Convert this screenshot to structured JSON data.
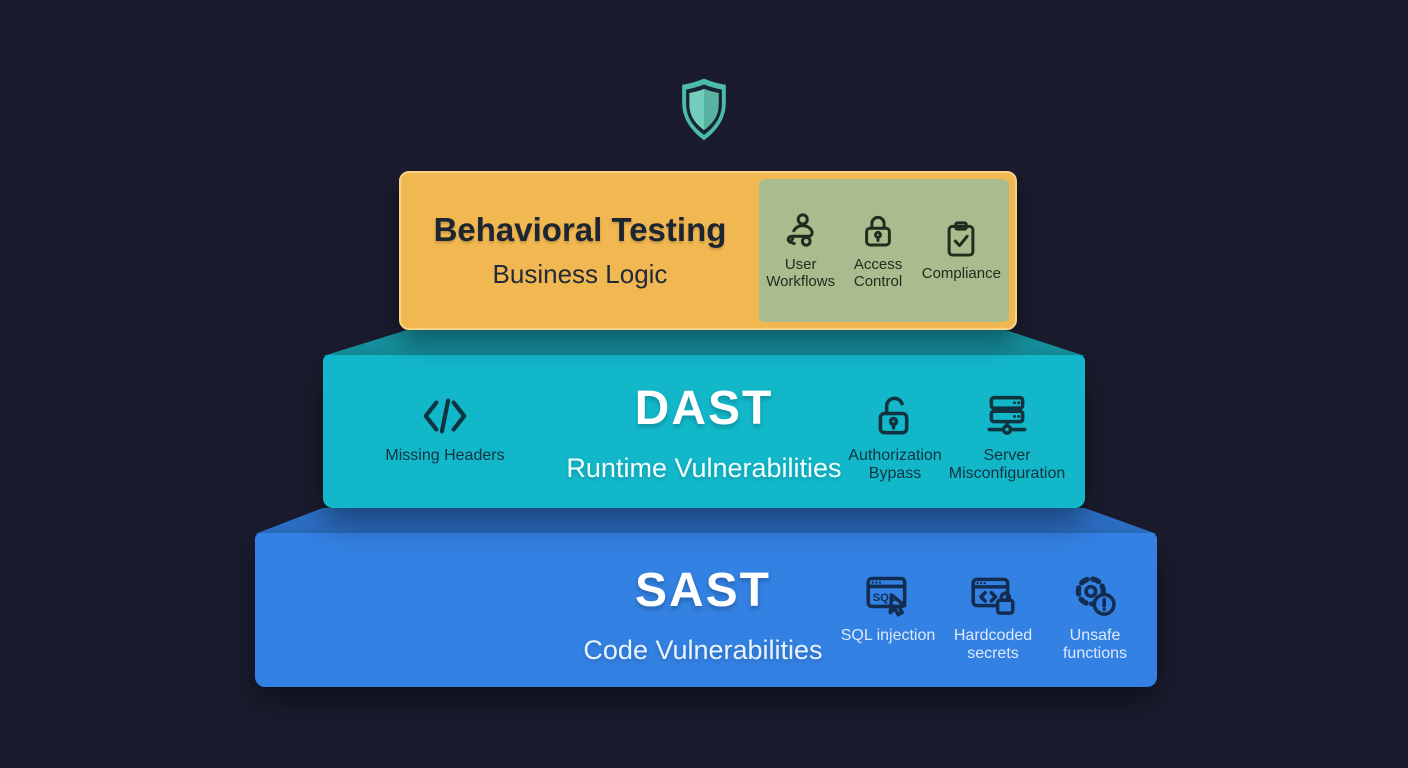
{
  "colors": {
    "background": "#1a1b2d",
    "behavioral_box": "#f1b750",
    "behavioral_border": "#f7d387",
    "green_panel": "#a8bc8d",
    "dast_face": "#12b8ca",
    "dast_bevel": "#16919f",
    "sast_face": "#3381e2",
    "sast_bevel": "#2d70c7",
    "shield_teal": "#4cbcaa",
    "dark_text": "#1d2432",
    "light_text": "#ffffff"
  },
  "pyramid": {
    "behavioral": {
      "title": "Behavioral Testing",
      "subtitle": "Business Logic",
      "items": [
        {
          "icon": "user-workflows-icon",
          "label": "User Workflows"
        },
        {
          "icon": "access-control-icon",
          "label": "Access Control"
        },
        {
          "icon": "compliance-icon",
          "label": "Compliance"
        }
      ]
    },
    "dast": {
      "title": "DAST",
      "subtitle": "Runtime Vulnerabilities",
      "left_items": [
        {
          "icon": "code-brackets-icon",
          "label": "Missing Headers"
        }
      ],
      "right_items": [
        {
          "icon": "open-lock-icon",
          "label": "Authorization Bypass"
        },
        {
          "icon": "server-icon",
          "label": "Server Misconfiguration"
        }
      ]
    },
    "sast": {
      "title": "SAST",
      "subtitle": "Code Vulnerabilities",
      "items": [
        {
          "icon": "sql-window-icon",
          "label": "SQL injection",
          "icon_text": "SQL"
        },
        {
          "icon": "code-lock-icon",
          "label": "Hardcoded secrets"
        },
        {
          "icon": "gear-warning-icon",
          "label": "Unsafe functions"
        }
      ]
    }
  }
}
